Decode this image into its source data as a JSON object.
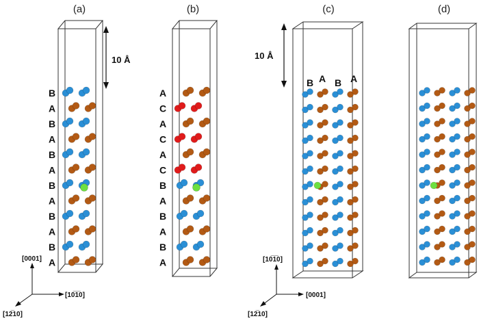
{
  "panels": [
    {
      "id": "a",
      "label": "(a)",
      "layers": [
        "B",
        "A",
        "B",
        "A",
        "B",
        "A",
        "B",
        "A",
        "B",
        "A",
        "B",
        "A"
      ]
    },
    {
      "id": "b",
      "label": "(b)",
      "layers": [
        "A",
        "C",
        "A",
        "C",
        "A",
        "C",
        "B",
        "A",
        "B",
        "A",
        "B",
        "A"
      ]
    },
    {
      "id": "c",
      "label": "(c)",
      "layers": [
        "B",
        "A",
        "B",
        "A"
      ]
    },
    {
      "id": "d",
      "label": "(d)"
    }
  ],
  "scale_bar": "10 Å",
  "axes_left": {
    "up": "[0001]",
    "right": "[10̅1̅0]",
    "diag": "[12̅10]"
  },
  "axes_right": {
    "up": "[10̅1̅0]",
    "right": "[0001]",
    "diag": "[12̅10]"
  },
  "colors": {
    "A": "#b35a14",
    "B": "#2a8fd6",
    "C": "#e01b1b",
    "solute": "#6ee040",
    "box": "#333333"
  }
}
